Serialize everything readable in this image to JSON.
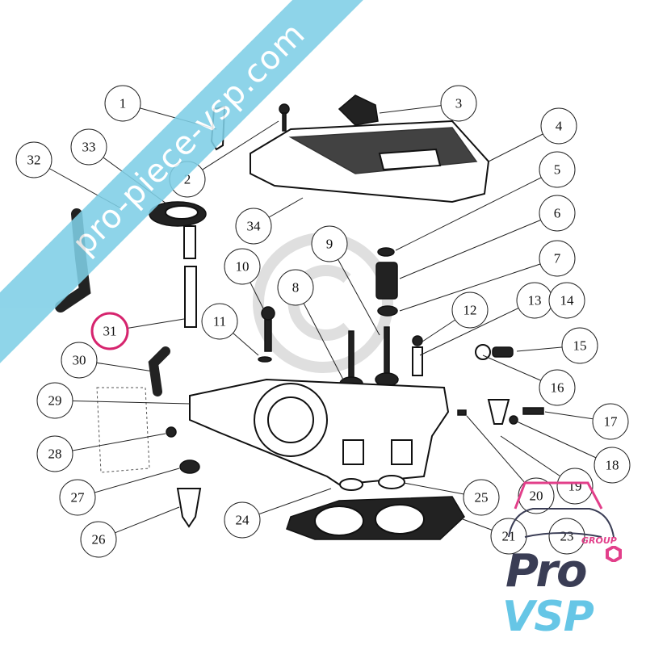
{
  "diagram": {
    "title": "Cylinder head exploded parts diagram",
    "callouts": [
      "1",
      "2",
      "3",
      "4",
      "5",
      "6",
      "7",
      "8",
      "9",
      "10",
      "11",
      "12",
      "13",
      "14",
      "15",
      "16",
      "17",
      "18",
      "19",
      "20",
      "21",
      "23",
      "24",
      "25",
      "26",
      "27",
      "28",
      "29",
      "30",
      "31",
      "32",
      "33",
      "34"
    ],
    "highlighted_callout": "31",
    "highlight_color": "#d6246e"
  },
  "watermark": {
    "banner_text": "pro-piece-vsp.com",
    "banner_color": "#7fcfe6"
  },
  "logo": {
    "line1": "Pro",
    "line2": "VSP",
    "tag": "GROUP",
    "color_dark": "#3a3d55",
    "color_light": "#66c6e6",
    "color_accent": "#e23f8a"
  }
}
